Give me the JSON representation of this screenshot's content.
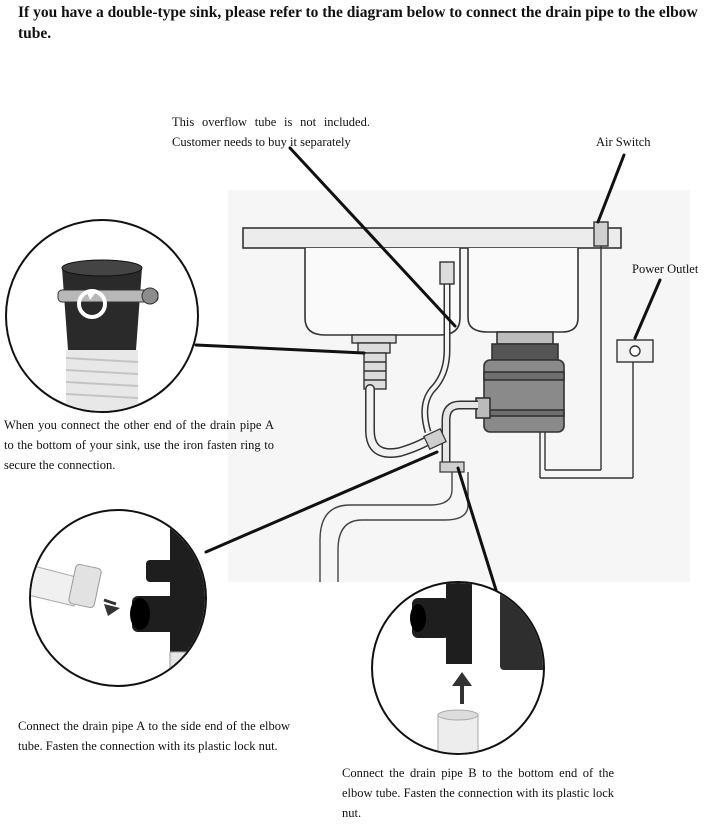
{
  "heading": "If you have a double-type sink, please refer to the diagram below to connect the drain pipe to the elbow tube.",
  "labels": {
    "overflow_note": "This overflow tube is not included. Customer needs to buy it separately",
    "air_switch": "Air Switch",
    "power_outlet": "Power Outlet"
  },
  "callouts": {
    "sink_connection": "When you connect the other end of the drain pipe A to the bottom of your sink, use the iron fasten ring to secure the connection.",
    "side_connection": "Connect the drain pipe A to the side end of the elbow tube. Fasten the connection with its plastic lock nut.",
    "bottom_connection": "Connect the drain pipe B to the bottom end of the elbow tube. Fasten the connection with its plastic lock nut."
  }
}
